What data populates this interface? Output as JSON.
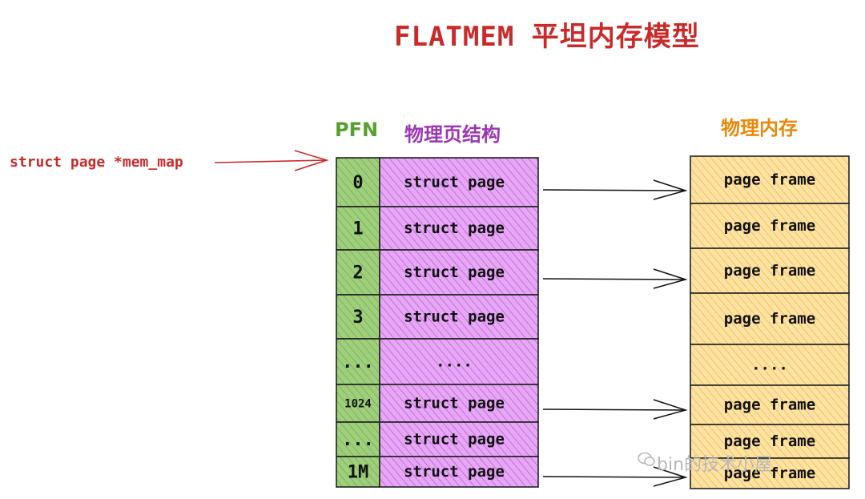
{
  "title": "FLATMEM 平坦内存模型",
  "headers": {
    "pfn": "PFN",
    "page_struct": "物理页结构",
    "phys_mem": "物理内存"
  },
  "mem_map_label": "struct page *mem_map",
  "rows": [
    {
      "pfn": "0",
      "page": "struct page",
      "frame": "page frame"
    },
    {
      "pfn": "1",
      "page": "struct page",
      "frame": "page frame"
    },
    {
      "pfn": "2",
      "page": "struct page",
      "frame": "page frame"
    },
    {
      "pfn": "3",
      "page": "struct page",
      "frame": "page frame"
    },
    {
      "pfn": "...",
      "page": "....",
      "frame": "...."
    },
    {
      "pfn": "1024",
      "page": "struct page",
      "frame": "page frame"
    },
    {
      "pfn": "...",
      "page": "struct page",
      "frame": "page frame"
    },
    {
      "pfn": "1M",
      "page": "struct page",
      "frame": "page frame"
    }
  ],
  "watermark": "bin的技术小屋",
  "colors": {
    "pfn_fill": "#9fcf7a",
    "pfn_hatch": "#6aa84f",
    "page_fill": "#e6a7f5",
    "page_hatch": "#b94fd6",
    "frame_fill": "#fde3a3",
    "frame_hatch": "#f0ad33",
    "red": "#c92a2a",
    "green": "#5a9e2f",
    "purple": "#9c36b5",
    "orange": "#e8890c"
  }
}
